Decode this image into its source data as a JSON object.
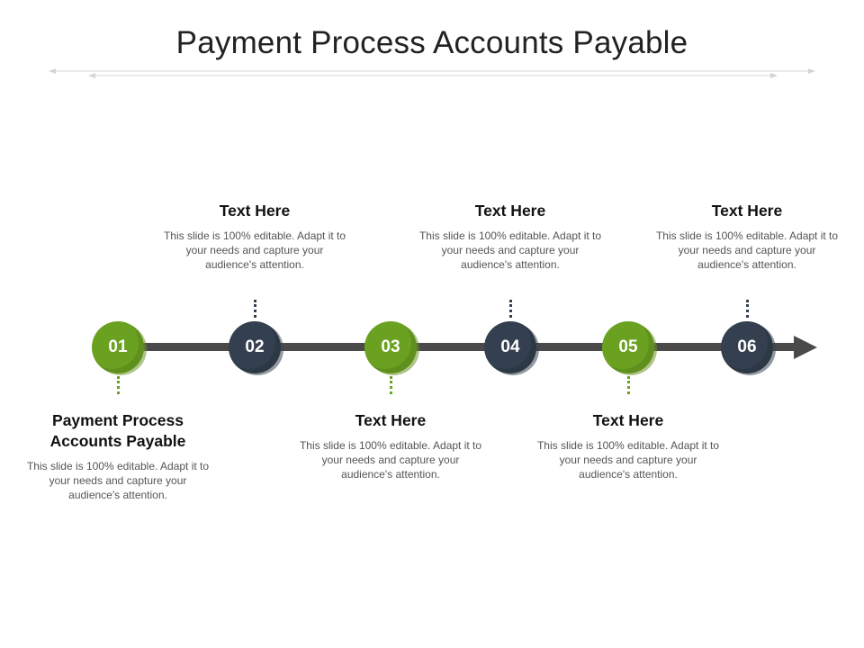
{
  "slide": {
    "title": "Payment Process Accounts Payable"
  },
  "colors": {
    "green": "#6aa121",
    "dark": "#34404f",
    "line": "#4a4a4a"
  },
  "steps": [
    {
      "number": "01",
      "color": "green",
      "position": "below",
      "heading": "Payment Process Accounts Payable",
      "text": "This slide is 100% editable. Adapt it to your needs and capture your audience's attention."
    },
    {
      "number": "02",
      "color": "dark",
      "position": "above",
      "heading": "Text Here",
      "text": "This slide is 100% editable. Adapt it to your needs and capture your audience's attention."
    },
    {
      "number": "03",
      "color": "green",
      "position": "below",
      "heading": "Text Here",
      "text": "This slide is 100% editable. Adapt it to your needs and capture your audience's attention."
    },
    {
      "number": "04",
      "color": "dark",
      "position": "above",
      "heading": "Text Here",
      "text": "This slide is 100% editable. Adapt it to your needs and capture your audience's attention."
    },
    {
      "number": "05",
      "color": "green",
      "position": "below",
      "heading": "Text Here",
      "text": "This slide is 100% editable. Adapt it to your needs and capture your audience's attention."
    },
    {
      "number": "06",
      "color": "dark",
      "position": "above",
      "heading": "Text Here",
      "text": "This slide is 100% editable. Adapt it to your needs and capture your audience's attention."
    }
  ]
}
